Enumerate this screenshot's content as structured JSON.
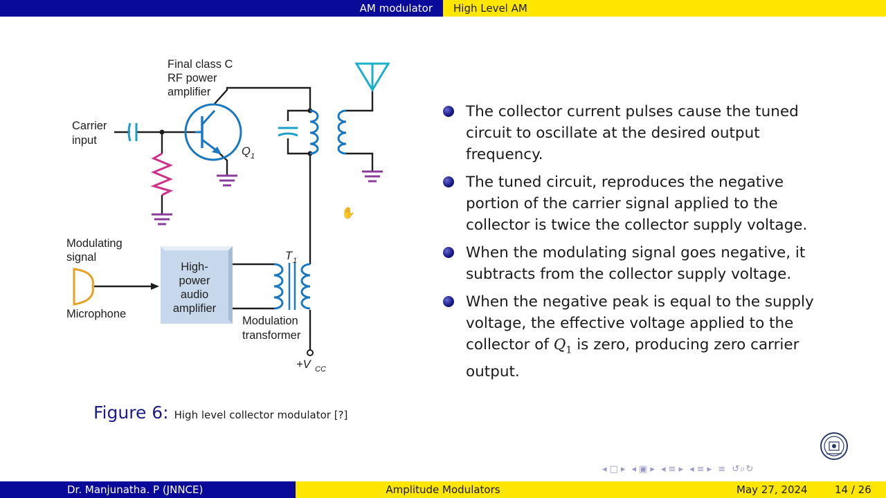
{
  "header": {
    "section": "AM modulator",
    "subsection": "High Level AM"
  },
  "diagram": {
    "labels": {
      "amp_title_1": "Final class C",
      "amp_title_2": "RF power",
      "amp_title_3": "amplifier",
      "carrier_1": "Carrier",
      "carrier_2": "input",
      "q1": "Q",
      "q1_sub": "1",
      "mod_sig_1": "Modulating",
      "mod_sig_2": "signal",
      "microphone": "Microphone",
      "audio_1": "High-",
      "audio_2": "power",
      "audio_3": "audio",
      "audio_4": "amplifier",
      "t1": "T",
      "t1_sub": "1",
      "modtx_1": "Modulation",
      "modtx_2": "transformer",
      "vcc": "+V",
      "vcc_sub": "CC"
    },
    "colors": {
      "wire": "#1e1e1e",
      "transistor": "#1a78c2",
      "capacitor": "#1aa0c8",
      "coil": "#1a78c2",
      "resistor": "#d0308a",
      "ground": "#8a3c9a",
      "antenna": "#1ab0c8",
      "microphone": "#e8a020",
      "amp_box": "#c8d8ec"
    }
  },
  "bullets": {
    "b1": "The collector current pulses cause the tuned circuit to oscillate at the desired output frequency.",
    "b2": "The tuned circuit, reproduces the negative portion of the carrier signal applied to the collector is twice the collector supply voltage.",
    "b3": "When the modulating signal goes negative, it subtracts from the collector supply voltage.",
    "b4_pre": "When the negative peak is equal to the supply voltage, the effective voltage applied to the collector of ",
    "b4_q": "Q",
    "b4_sub": "1",
    "b4_post": " is zero, producing zero carrier output."
  },
  "caption": {
    "label": "Figure 6:",
    "text": "High level collector modulator [?]"
  },
  "footer": {
    "author": "Dr. Manjunatha. P   (JNNCE)",
    "title": "Amplitude Modulators",
    "date": "May 27, 2024",
    "page": "14 / 26"
  },
  "nav_icons": [
    "nav-prev-frame-icon",
    "nav-frame-icon",
    "nav-next-frame-icon",
    "nav-prev-subsection-icon",
    "nav-subsection-icon",
    "nav-next-subsection-icon",
    "nav-prev-section-icon",
    "nav-section-icon",
    "nav-next-section-icon",
    "nav-outline-icon",
    "nav-search-icon"
  ]
}
